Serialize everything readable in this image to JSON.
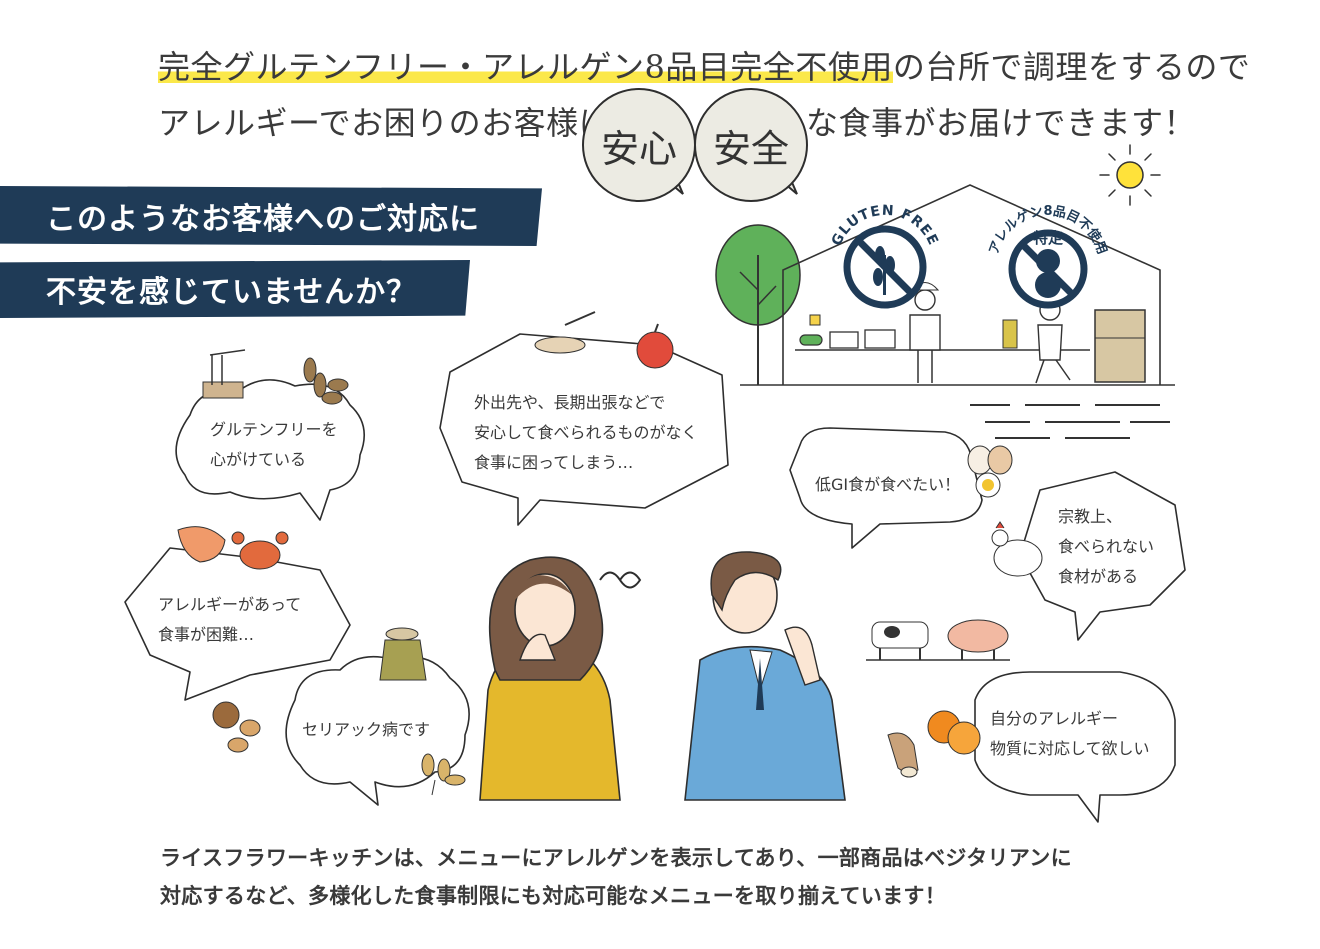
{
  "header": {
    "line1_highlight": "完全グルテンフリー・アレルゲン8品目完全不使用",
    "line1_rest": "の台所で調理をするので",
    "line2_before": "アレルギーでお困りのお客様に",
    "bubble_left": "安心",
    "bubble_right": "安全",
    "line2_after": "な食事がお届けできます！"
  },
  "banner": {
    "line1": "このようなお客様へのご対応に",
    "line2": "不安を感じていませんか？"
  },
  "kitchen": {
    "badge_gluten": "GLUTEN FREE",
    "badge_allergen": "アレルゲン8品目不使用",
    "badge_allergen_center": "特定"
  },
  "bubbles": {
    "gluten": [
      "グルテンフリーを",
      "心がけている"
    ],
    "travel": [
      "外出先や、長期出張などで",
      "安心して食べられるものがなく",
      "食事に困ってしまう…"
    ],
    "lowgi": [
      "低GI食が食べたい！"
    ],
    "religion": [
      "宗教上、",
      "食べられない",
      "食材がある"
    ],
    "allergy": [
      "アレルギーがあって",
      "食事が困難…"
    ],
    "celiac": [
      "セリアック病です"
    ],
    "own": [
      "自分のアレルギー",
      "物質に対応して欲しい"
    ]
  },
  "footer": {
    "line1": "ライスフラワーキッチンは、メニューにアレルゲンを表示してあり、一部商品はベジタリアンに",
    "line2": "対応するなど、多様化した食事制限にも対応可能なメニューを取り揃えています！"
  },
  "colors": {
    "navy": "#1f3b57",
    "highlight": "#fbe84a",
    "mustard": "#e4b82c",
    "blue_suit": "#6aa9d8",
    "hair": "#7a5a45",
    "skin": "#fbe6d4"
  }
}
